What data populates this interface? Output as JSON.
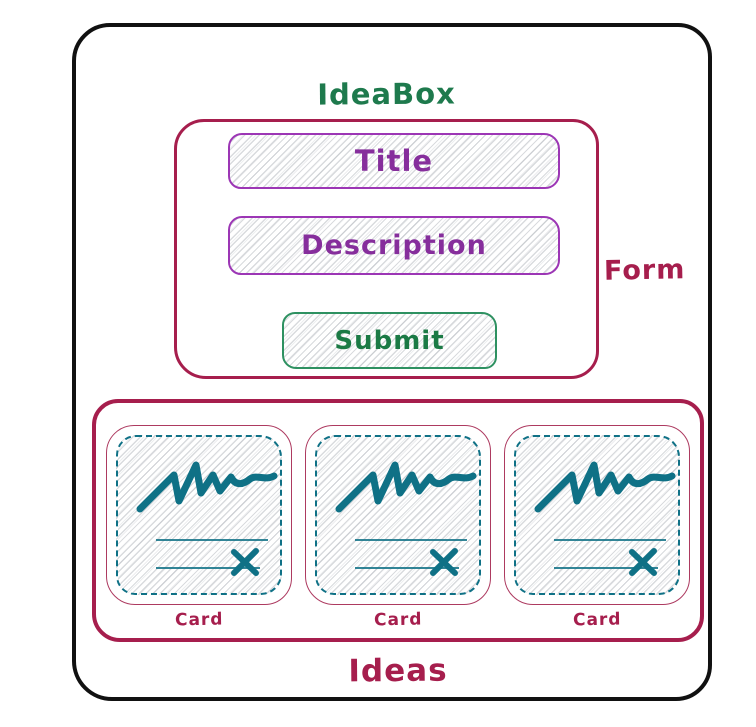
{
  "app": {
    "title": "IdeaBox"
  },
  "form": {
    "label": "Form",
    "title_field": {
      "label": "Title"
    },
    "description_field": {
      "label": "Description"
    },
    "submit_button": {
      "label": "Submit"
    }
  },
  "ideas": {
    "label": "Ideas",
    "cards": [
      {
        "label": "Card"
      },
      {
        "label": "Card"
      },
      {
        "label": "Card"
      }
    ]
  },
  "icons": {
    "card_drawing": "scribble-drawing-icon",
    "card_close": "close-x-icon"
  },
  "colors": {
    "frame": "#111111",
    "maroon": "#a61e4d",
    "purple_border": "#9c36b5",
    "purple_text": "#862e9c",
    "green_border": "#2e9161",
    "green_text": "#1b7a45",
    "teal": "#0f7186",
    "hatch_gray": "#6c7480"
  }
}
